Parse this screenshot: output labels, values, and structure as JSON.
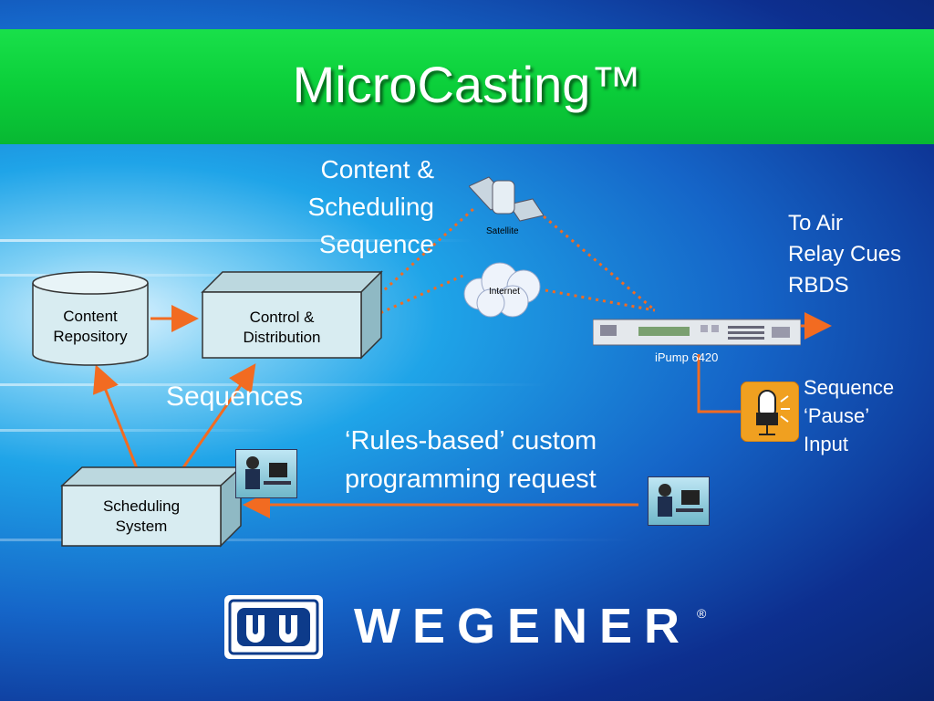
{
  "title": "MicroCasting™",
  "nodes": {
    "content_repository": "Content\nRepository",
    "control_distribution": "Control &\nDistribution",
    "scheduling_system": "Scheduling\nSystem"
  },
  "labels": {
    "content_scheduling_sequence": [
      "Content &",
      "Scheduling",
      "Sequence"
    ],
    "satellite": "Satellite",
    "internet": "Internet",
    "ipump": "iPump 6420",
    "to_air": [
      "To Air",
      "Relay Cues",
      "RBDS"
    ],
    "sequence_pause": [
      "Sequence",
      "‘Pause’",
      "Input"
    ],
    "sequences": "Sequences",
    "rules_request": [
      "‘Rules-based’ custom",
      "programming request"
    ]
  },
  "logo": {
    "brand": "WEGENER",
    "reg_mark": "®"
  },
  "colors": {
    "title_band": "#0bcf3a",
    "arrow": "#f26b21",
    "box_fill": "#d8ecf1"
  }
}
